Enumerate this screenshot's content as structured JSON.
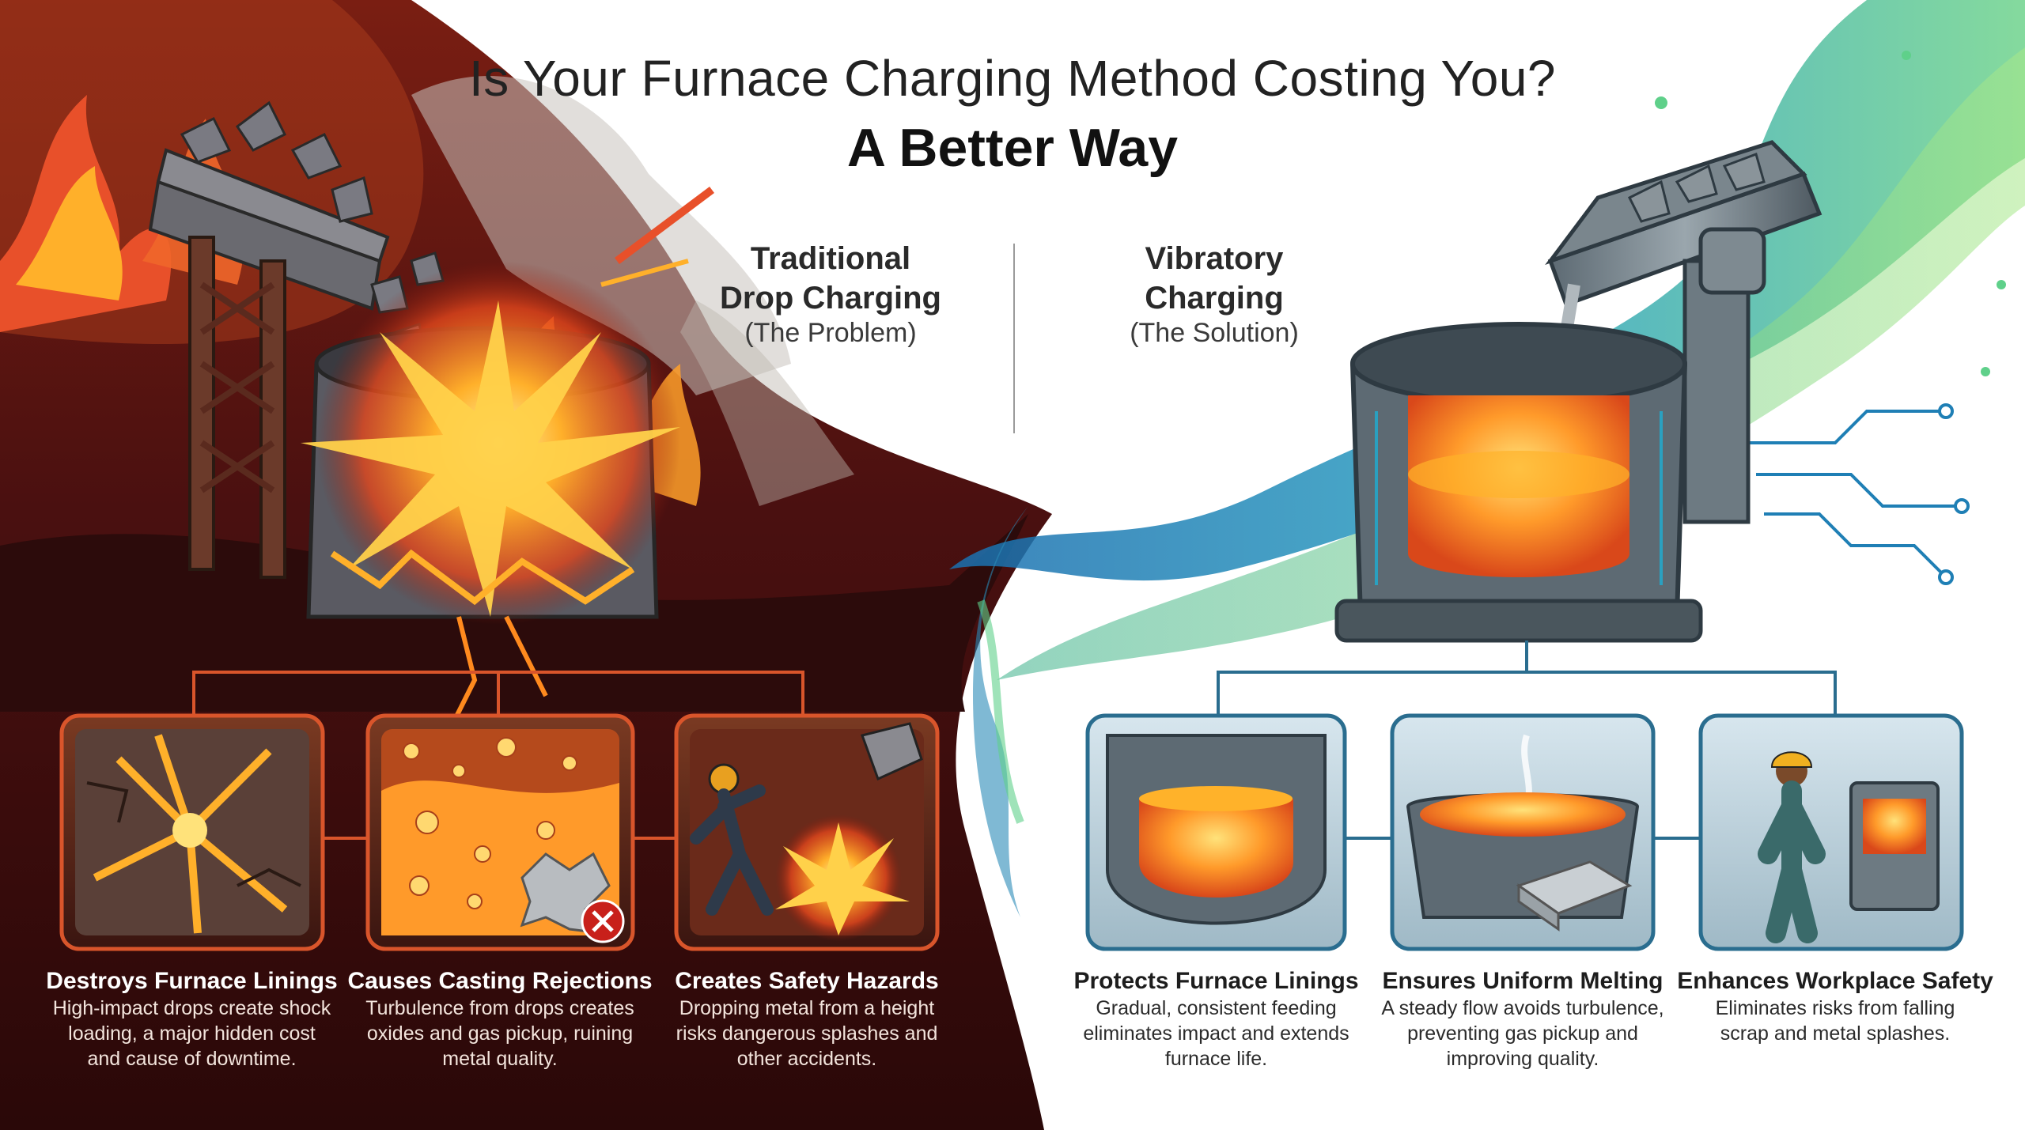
{
  "title": "Is Your Furnace Charging Method Costing You?",
  "subtitle": "A Better Way",
  "colors": {
    "problem_dark": "#3b0c0c",
    "problem_accent": "#e8502a",
    "fire": "#ff8a1e",
    "solution_blue": "#1f7fb5",
    "solution_green": "#5fd08a",
    "card_border_dark": "#d9552b",
    "card_border_light": "#5a8fa8"
  },
  "columns": {
    "problem": {
      "heading": "Traditional Drop Charging",
      "heading_lines": [
        "Traditional",
        "Drop Charging"
      ],
      "label": "(The Problem)"
    },
    "solution": {
      "heading": "Vibratory Charging",
      "heading_lines": [
        "Vibratory",
        "Charging"
      ],
      "label": "(The Solution)"
    }
  },
  "problem_cards": [
    {
      "icon": "cracked-lining-icon",
      "title": "Destroys Furnace Linings",
      "lines": [
        "High-impact drops create shock",
        "loading, a major hidden cost",
        "and cause of downtime."
      ]
    },
    {
      "icon": "gas-bubbles-rejected-casting-icon",
      "title": "Causes Casting Rejections",
      "lines": [
        "Turbulence from drops creates",
        "oxides and gas pickup, ruining",
        "metal quality."
      ]
    },
    {
      "icon": "worker-splash-hazard-icon",
      "title": "Creates Safety Hazards",
      "lines": [
        "Dropping metal from a height",
        "risks dangerous splashes and",
        "other accidents."
      ]
    }
  ],
  "solution_cards": [
    {
      "icon": "intact-crucible-icon",
      "title": "Protects Furnace Linings",
      "lines": [
        "Gradual, consistent feeding",
        "eliminates impact and extends",
        "furnace life."
      ]
    },
    {
      "icon": "smooth-melt-pool-icon",
      "title": "Ensures Uniform Melting",
      "lines": [
        "A steady flow avoids turbulence,",
        "preventing gas pickup and",
        "improving quality."
      ]
    },
    {
      "icon": "safe-worker-icon",
      "title": "Enhances Workplace Safety",
      "lines": [
        "Eliminates risks from falling",
        "scrap and metal splashes."
      ]
    }
  ]
}
